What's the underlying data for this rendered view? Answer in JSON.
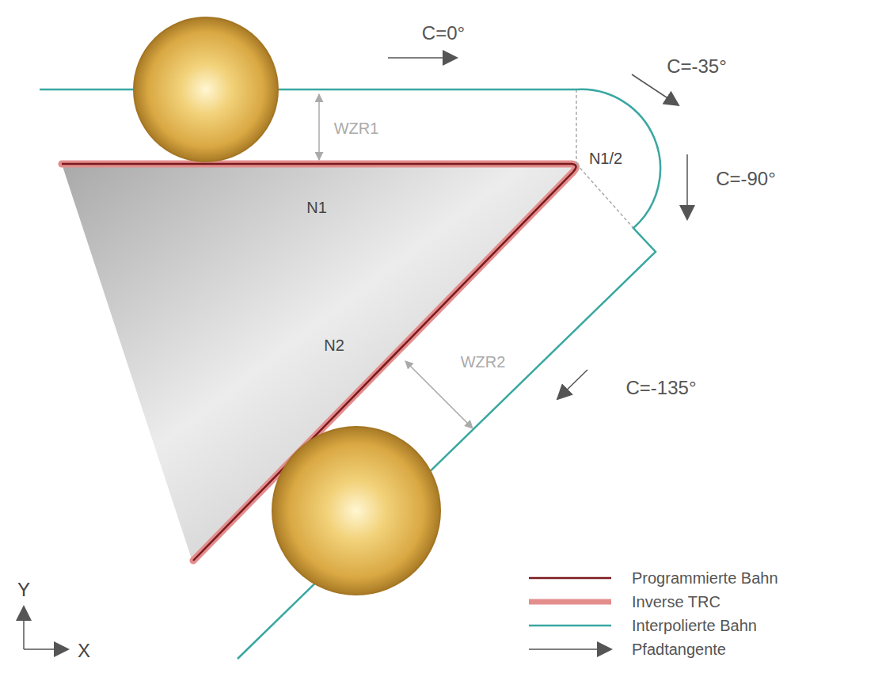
{
  "diagram": {
    "labels": [
      "C=0°",
      "C=-35°",
      "N1/2",
      "WZR1",
      "C=-90°",
      "N1",
      "N2",
      "WZR2",
      "C=-135°",
      "Y",
      "X"
    ],
    "legend": [
      {
        "text": "Programmierte Bahn"
      },
      {
        "text": "Inverse TRC"
      },
      {
        "text": "Interpolierte Bahn"
      },
      {
        "text": "Pfadtangente"
      }
    ]
  }
}
